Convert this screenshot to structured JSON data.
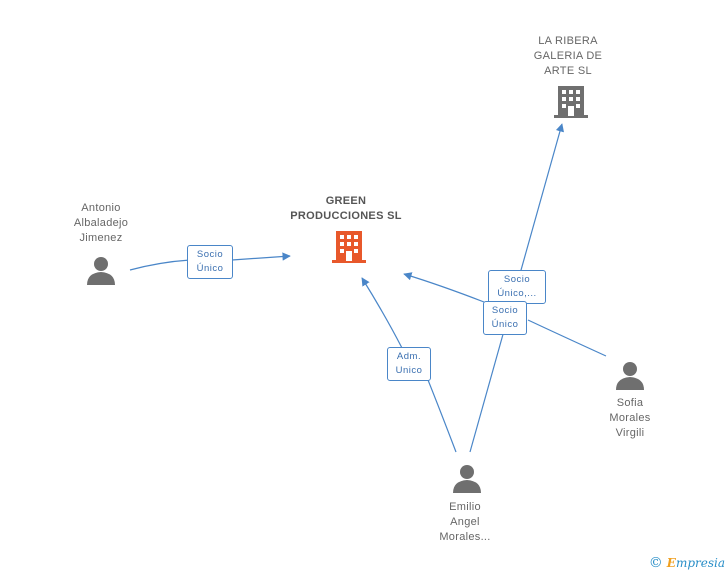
{
  "nodes": {
    "green": {
      "label": "GREEN\nPRODUCCIONES SL",
      "type": "company",
      "color": "#e8582b"
    },
    "laribera": {
      "label": "LA RIBERA\nGALERIA DE\nARTE SL",
      "type": "company",
      "color": "#6f6f6f"
    },
    "antonio": {
      "label": "Antonio\nAlbaladejo\nJimenez",
      "type": "person",
      "color": "#6f6f6f"
    },
    "sofia": {
      "label": "Sofia\nMorales\nVirgili",
      "type": "person",
      "color": "#6f6f6f"
    },
    "emilio": {
      "label": "Emilio\nAngel\nMorales...",
      "type": "person",
      "color": "#6f6f6f"
    }
  },
  "edges": {
    "antonio_green": {
      "label": "Socio\nÚnico"
    },
    "emilio_green": {
      "label": "Adm.\nUnico"
    },
    "emilio_laribera": {
      "label": "Socio\nÚnico,..."
    },
    "sofia_green": {
      "label": "Socio\nÚnico"
    }
  },
  "edge_color": "#4a86c8",
  "brand": {
    "copyright": "©",
    "first": "E",
    "rest": "mpresia"
  }
}
